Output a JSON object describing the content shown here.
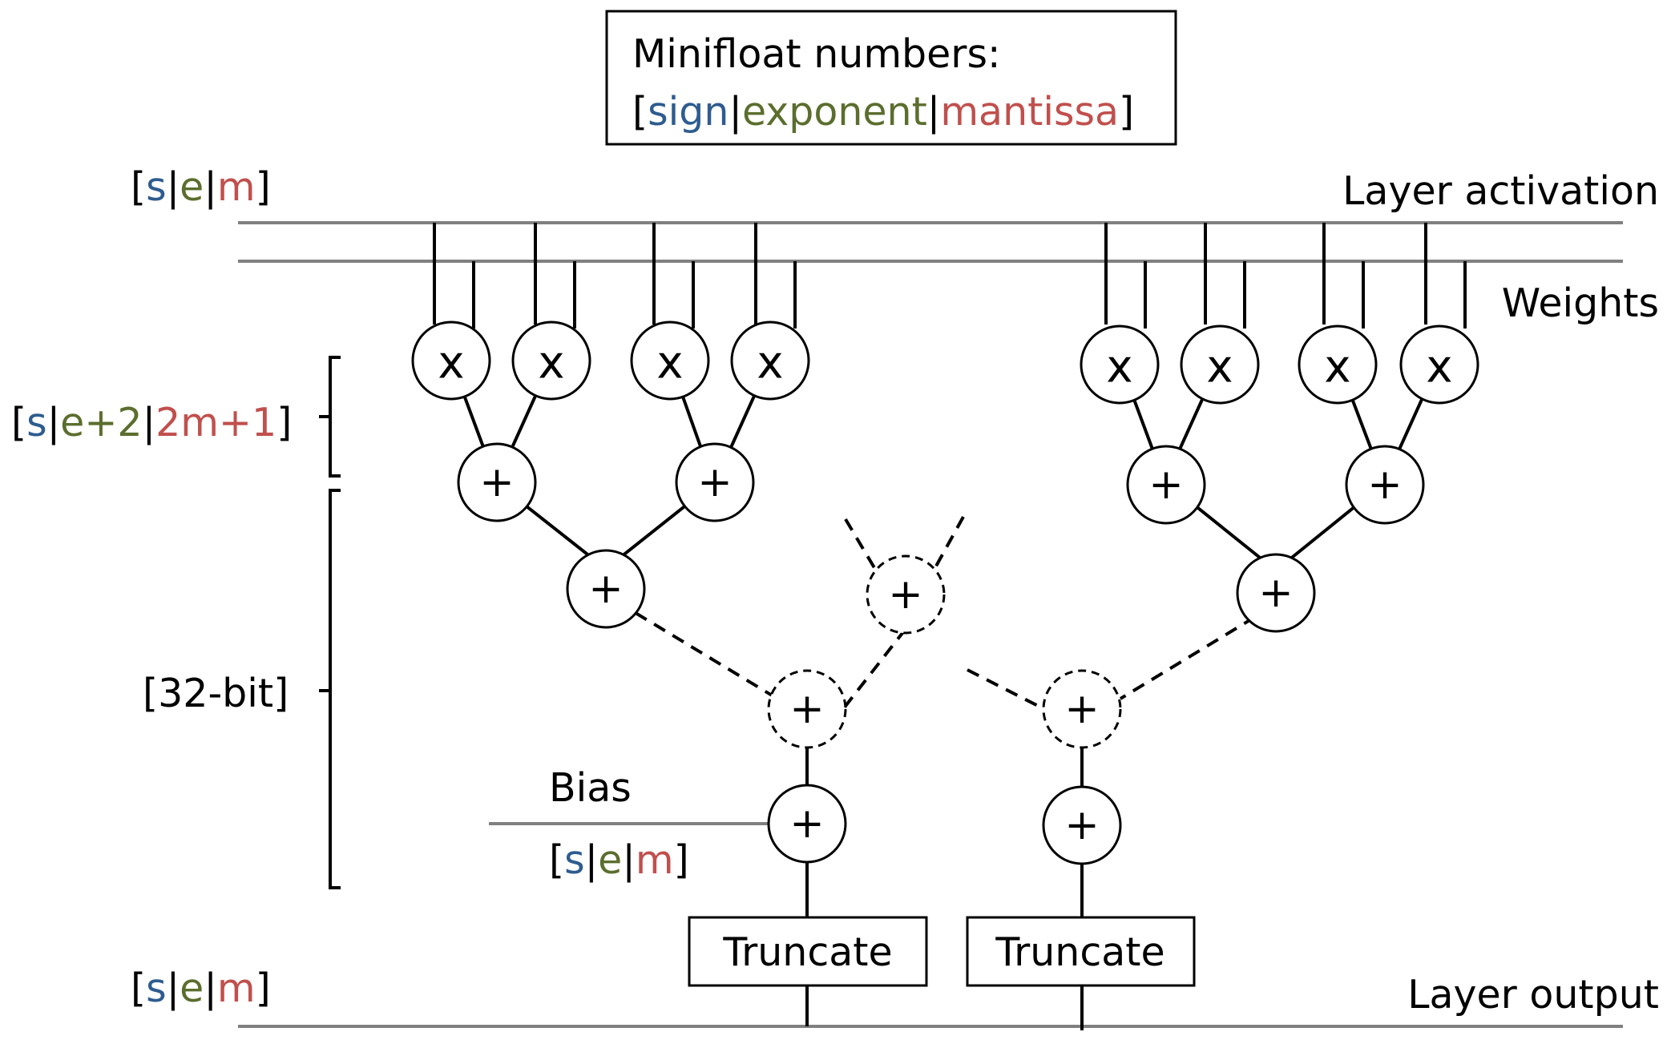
{
  "colors": {
    "sign": "#2e5c8f",
    "exponent": "#5b6e2e",
    "mantissa": "#c0504d",
    "bus": "#808080"
  },
  "legend": {
    "title": "Minifloat numbers:",
    "open_bracket": "[",
    "sign": "sign",
    "sep": "|",
    "exponent": "exponent",
    "mantissa": "mantissa",
    "close_bracket": "]"
  },
  "labels": {
    "layer_activation": "Layer activation",
    "weights": "Weights",
    "layer_output": "Layer output",
    "bias": "Bias",
    "bit32": "[32-bit]",
    "truncate": "Truncate"
  },
  "formats": {
    "input": {
      "open": "[",
      "s": "s",
      "sep": "|",
      "e": "e",
      "m": "m",
      "close": "]"
    },
    "product": {
      "open": "[",
      "s": "s",
      "sep": "|",
      "e": "e+2",
      "m": "2m+1",
      "close": "]"
    },
    "bias": {
      "open": "[",
      "s": "s",
      "sep": "|",
      "e": "e",
      "m": "m",
      "close": "]"
    },
    "output": {
      "open": "[",
      "s": "s",
      "sep": "|",
      "e": "e",
      "m": "m",
      "close": "]"
    }
  },
  "ops": {
    "multiply": "x",
    "add": "+"
  }
}
